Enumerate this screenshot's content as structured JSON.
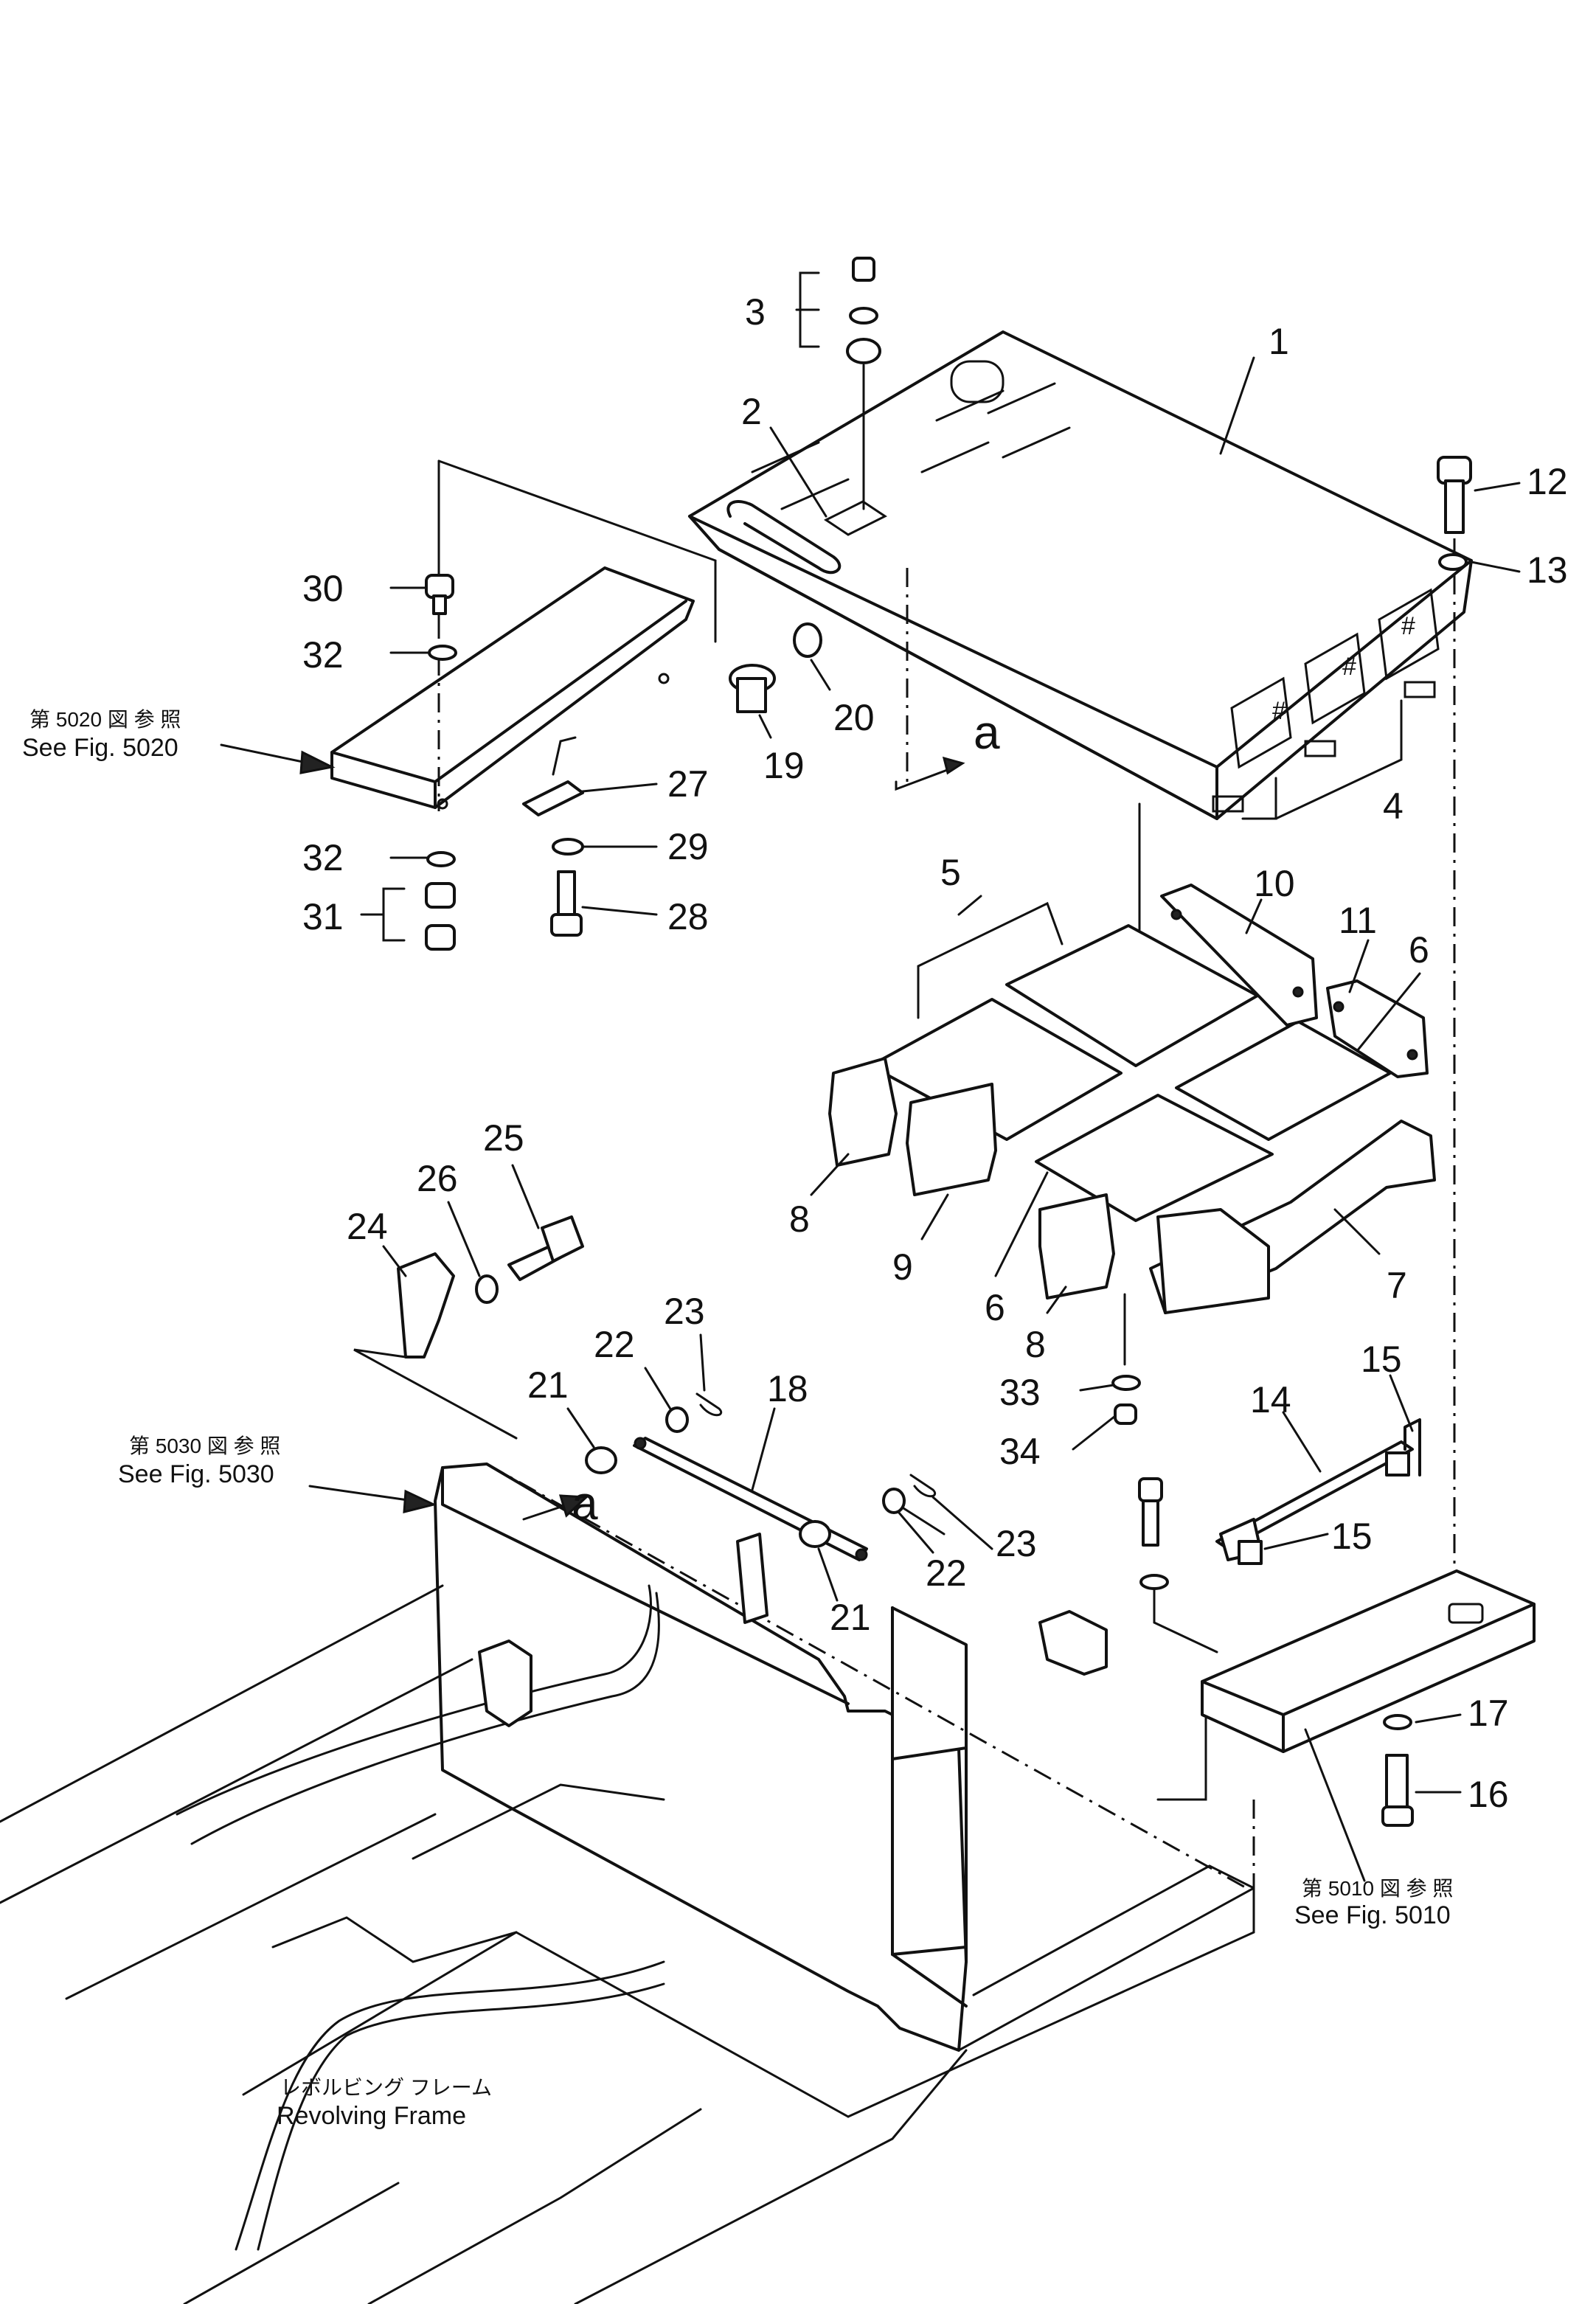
{
  "diagram": {
    "part_numbers": [
      "1",
      "2",
      "3",
      "4",
      "5",
      "6",
      "6",
      "7",
      "8",
      "8",
      "9",
      "10",
      "11",
      "12",
      "13",
      "14",
      "15",
      "15",
      "16",
      "17",
      "18",
      "19",
      "20",
      "21",
      "21",
      "22",
      "22",
      "23",
      "23",
      "24",
      "25",
      "26",
      "27",
      "28",
      "29",
      "30",
      "31",
      "32",
      "32",
      "33",
      "34"
    ],
    "view_marker": "a",
    "view_marker_2": "a",
    "references": {
      "fig5020": {
        "jp": "第 5020 図 参 照",
        "en": "See Fig. 5020"
      },
      "fig5030": {
        "jp": "第 5030 図 参 照",
        "en": "See Fig. 5030"
      },
      "fig5010": {
        "jp": "第 5010 図 参 照",
        "en": "See Fig. 5010"
      }
    },
    "frame_label": {
      "jp": "レボルビング フレーム",
      "en": "Revolving Frame"
    }
  }
}
